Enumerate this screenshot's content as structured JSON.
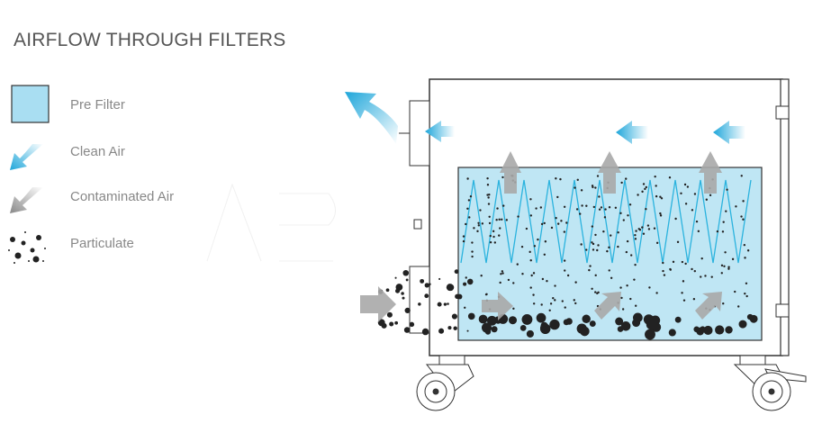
{
  "title": "AIRFLOW THROUGH FILTERS",
  "legend": [
    {
      "label": "Pre Filter",
      "icon": "pre-filter-swatch",
      "color": "#a9def2"
    },
    {
      "label": "Clean Air",
      "icon": "clean-air-arrow",
      "color": "#29aee0"
    },
    {
      "label": "Contaminated Air",
      "icon": "contaminated-air-arrow",
      "color": "#9a9a9a"
    },
    {
      "label": "Particulate",
      "icon": "particulate-dots",
      "color": "#222222"
    }
  ],
  "colors": {
    "filter_fill": "#bfe6f4",
    "zigzag": "#2bb3de",
    "cabinet_stroke": "#333333",
    "grey_arrow": "#a8a8a8"
  }
}
